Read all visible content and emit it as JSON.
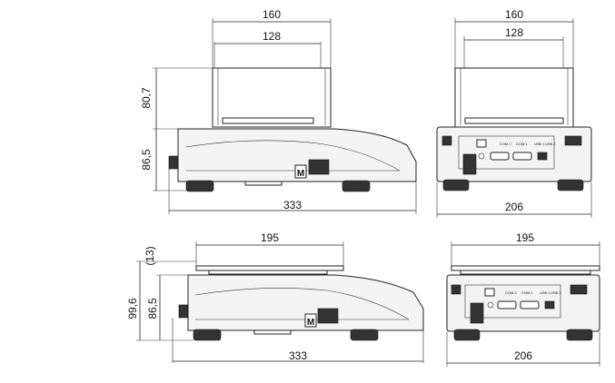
{
  "dimensions": {
    "top_side": {
      "width_outer": "160",
      "width_inner": "128",
      "height_upper": "80,7",
      "height_lower": "86,5",
      "depth": "333"
    },
    "top_front": {
      "width_outer": "160",
      "width_inner": "128",
      "width": "206"
    },
    "bottom_side": {
      "pan_width": "195",
      "clearance": "(13)",
      "height_total": "99,6",
      "height_body": "86,5",
      "depth": "333"
    },
    "bottom_front": {
      "pan_width": "195",
      "width": "206"
    }
  },
  "labels": {
    "m_badge": "M",
    "ports": [
      "COM 2",
      "COM 1",
      "USB 1",
      "USB 2"
    ]
  }
}
